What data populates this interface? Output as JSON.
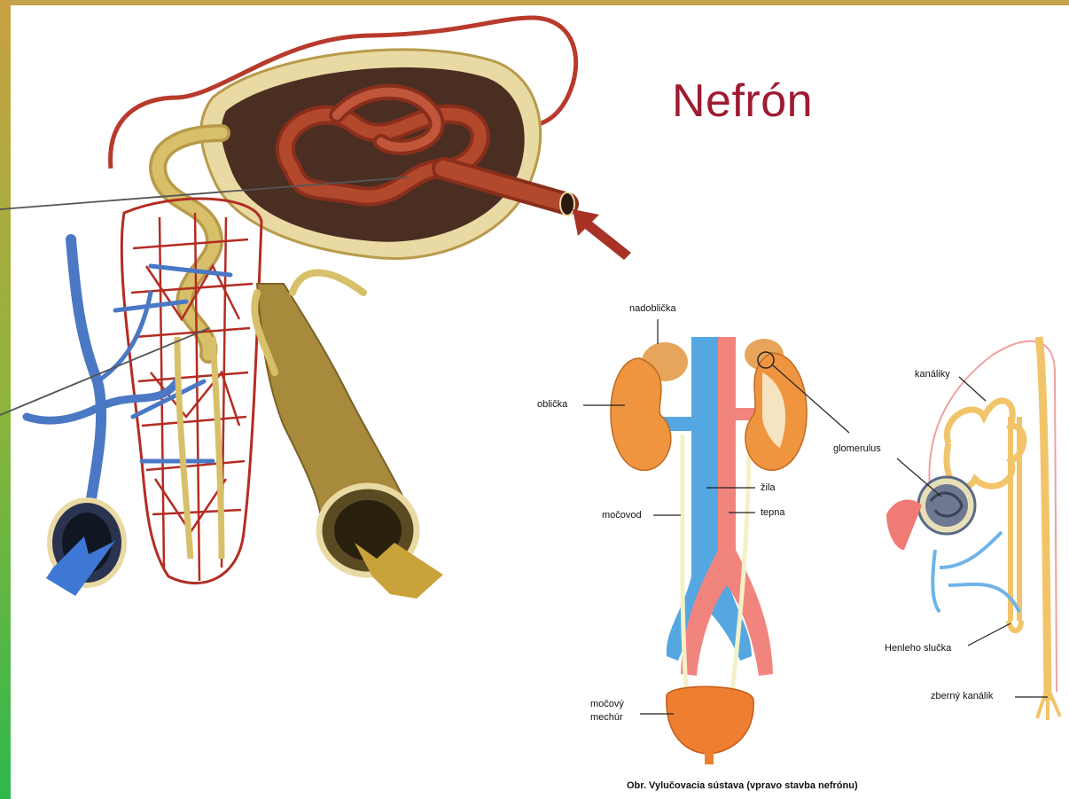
{
  "slide": {
    "title": "Nefrón",
    "caption": "Obr. Vylučovacia sústava (vpravo stavba nefrónu)"
  },
  "labels": {
    "nadoblicka": "nadoblička",
    "oblicka": "oblička",
    "mocovod": "močovod",
    "zila": "žila",
    "tepna": "tepna",
    "mocovy_1": "močový",
    "mocovy_2": "mechúr",
    "glomerulus": "glomerulus",
    "kanaliky": "kanáliky",
    "henleho": "Henleho slučka",
    "zberny": "zberný kanálik"
  },
  "colors": {
    "title": "#9e1b32",
    "accent_bar": "#c4a14a",
    "artery": "#c9463a",
    "vein": "#4a78c4",
    "tubule": "#d8c06a",
    "kidney": "#e88a3a",
    "bladder": "#ec7a2e"
  },
  "icons": {
    "outflow_arrow_blue": "arrow-down-left-icon",
    "outflow_arrow_gold": "arrow-down-right-icon",
    "inflow_arrow_red": "arrow-up-left-icon"
  }
}
